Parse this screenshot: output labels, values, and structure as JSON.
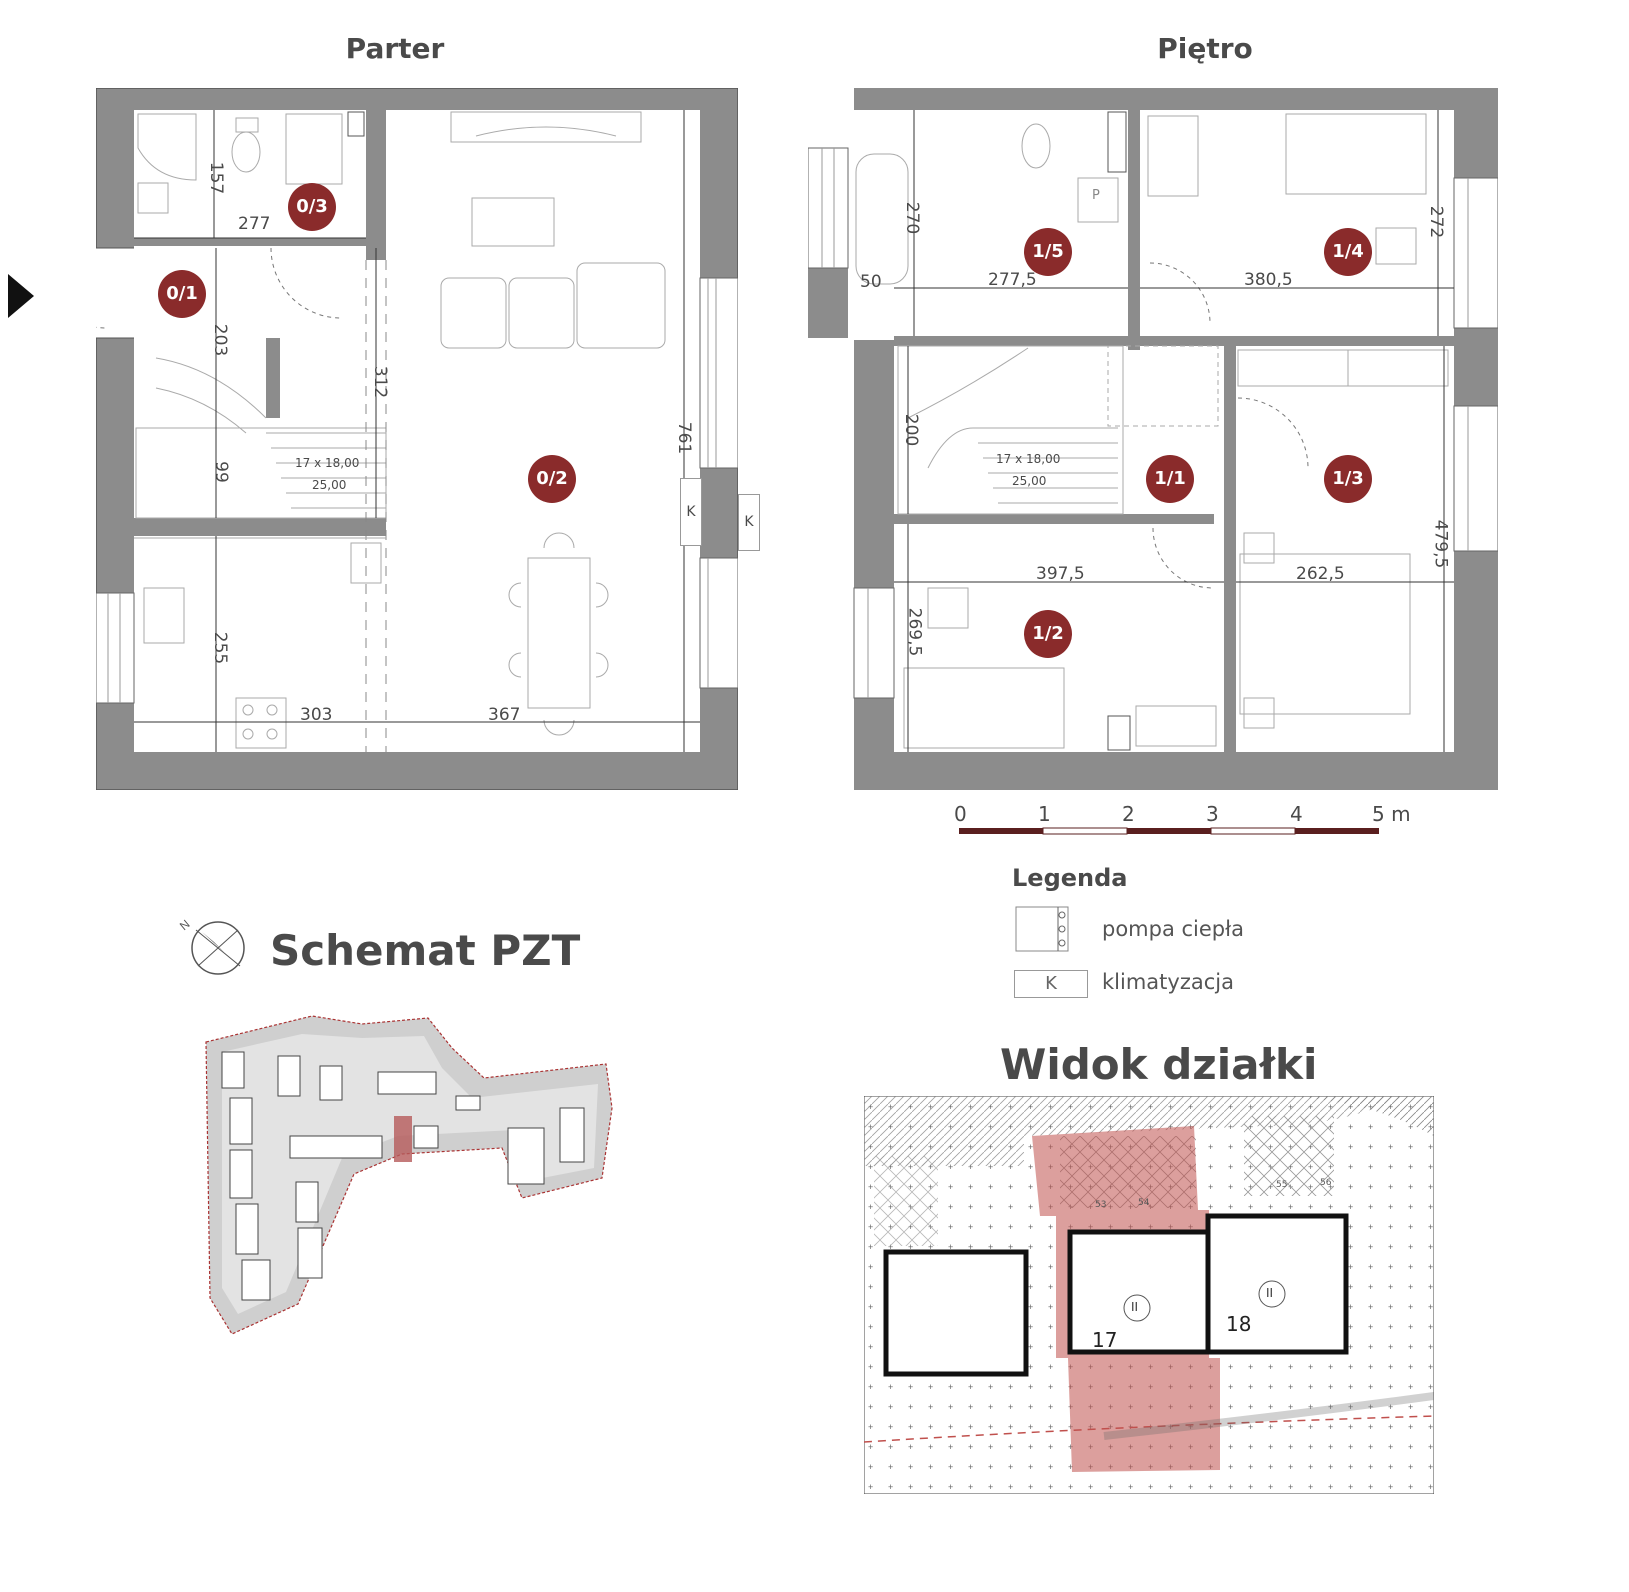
{
  "floor_plans": {
    "ground_title": "Parter",
    "upper_title": "Piętro",
    "room_badge_color": "#8a2b2b",
    "ground_rooms": [
      "0/1",
      "0/2",
      "0/3"
    ],
    "upper_rooms": [
      "1/1",
      "1/2",
      "1/3",
      "1/4",
      "1/5"
    ],
    "ground_dimensions": [
      "157",
      "277",
      "203",
      "312",
      "99",
      "255",
      "303",
      "367",
      "761"
    ],
    "upper_dimensions": [
      "270",
      "50",
      "277,5",
      "380,5",
      "272",
      "200",
      "397,5",
      "262,5",
      "479,5",
      "269,5"
    ],
    "stairs_ground": [
      "17 x 18,00",
      "25,00"
    ],
    "stairs_upper": [
      "17 x 18,00",
      "25,00"
    ],
    "ac_unit_label": "K",
    "pump_label": "P"
  },
  "scale_bar": {
    "ticks": [
      "0",
      "1",
      "2",
      "3",
      "4",
      "5 m"
    ]
  },
  "legend": {
    "title": "Legenda",
    "items": [
      {
        "icon": "heat-pump-icon",
        "label": "pompa ciepła"
      },
      {
        "icon": "ac-icon",
        "symbol": "K",
        "label": "klimatyzacja"
      }
    ]
  },
  "site_scheme": {
    "title": "Schemat PZT",
    "compass_label": "N",
    "highlight_color": "#b55a5a"
  },
  "plot_view": {
    "title": "Widok działki",
    "highlight_color": "#c0504d",
    "units": [
      "17",
      "18"
    ],
    "floor_marks": [
      "II",
      "II"
    ],
    "parking_numbers": [
      "53",
      "54",
      "55",
      "56"
    ]
  }
}
